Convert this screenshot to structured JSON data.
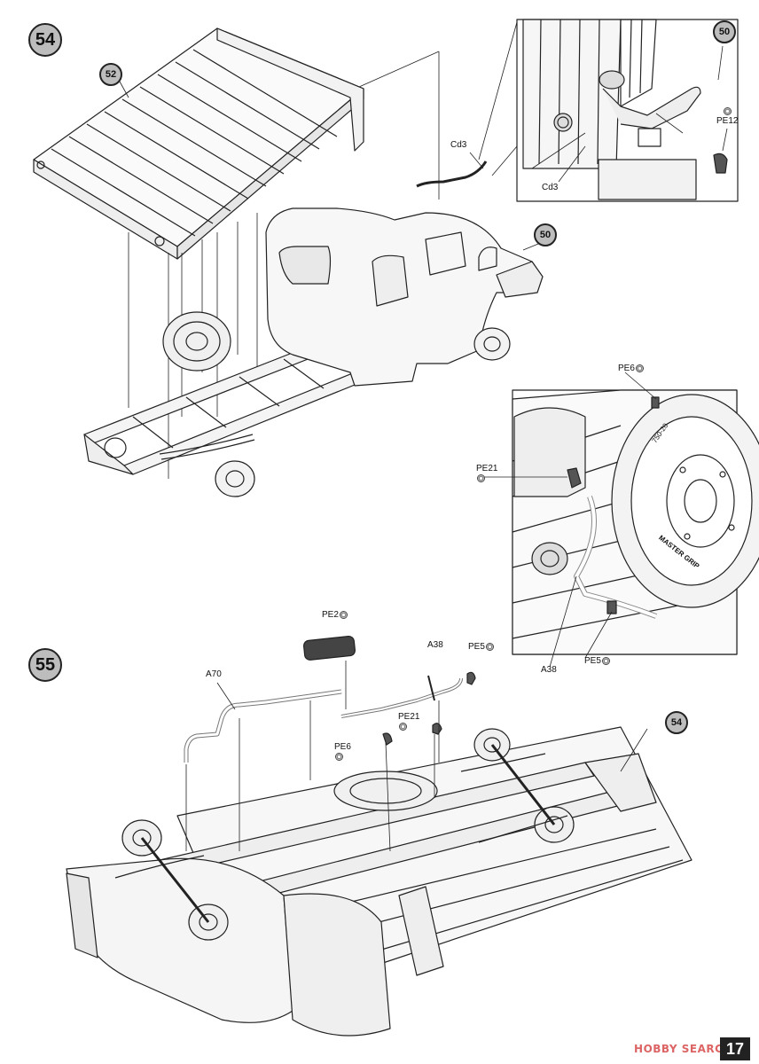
{
  "steps": {
    "step54": {
      "number": "54"
    },
    "step55": {
      "number": "55"
    }
  },
  "refs": {
    "ref52": "52",
    "ref50_top": "50",
    "ref50_main": "50",
    "ref54": "54"
  },
  "labels": {
    "cd3_main": "Cd3",
    "cd3_inset": "Cd3",
    "pe12": "PE12",
    "pe6_inset": "PE6",
    "pe21_inset": "PE21",
    "a38_inset": "A38",
    "pe5_inset": "PE5",
    "pe2": "PE2",
    "a38_main": "A38",
    "pe5_main": "PE5",
    "a70": "A70",
    "pe21_main": "PE21",
    "pe6_main": "PE6"
  },
  "tire_text": {
    "size": "750-20",
    "brand": "MASTER GRIP"
  },
  "footer": {
    "page_number": "17",
    "watermark": "HOBBY SEARCH"
  },
  "colors": {
    "badge_fill": "#bdbdbd",
    "line": "#222222",
    "watermark": "#d84a4a"
  }
}
